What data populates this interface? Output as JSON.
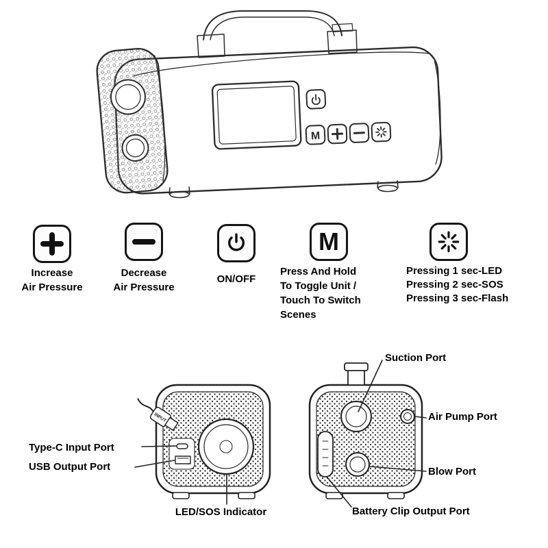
{
  "page": {
    "background": "#ffffff",
    "ink": "#1c1c1c"
  },
  "device": {
    "mode_glyph": "M",
    "cable_label": "INPUT"
  },
  "controls": [
    {
      "id": "increase-pressure",
      "icon": "plus-icon",
      "label": "Increase\nAir Pressure"
    },
    {
      "id": "decrease-pressure",
      "icon": "minus-icon",
      "label": "Decrease\nAir Pressure"
    },
    {
      "id": "power",
      "icon": "power-icon",
      "label": "ON/OFF"
    },
    {
      "id": "mode",
      "icon": "m-icon",
      "glyph": "M",
      "label": "Press And Hold\nTo Toggle Unit /\nTouch To Switch\nScenes"
    },
    {
      "id": "light",
      "icon": "flash-icon",
      "label": "Pressing 1 sec-LED\nPressing 2 sec-SOS\nPressing 3 sec-Flash"
    }
  ],
  "port_labels": {
    "type_c": "Type-C Input Port",
    "usb": "USB Output Port",
    "led_sos": "LED/SOS Indicator",
    "suction": "Suction Port",
    "air_pump": "Air Pump Port",
    "blow": "Blow Port",
    "battery_clip": "Battery Clip Output Port"
  }
}
